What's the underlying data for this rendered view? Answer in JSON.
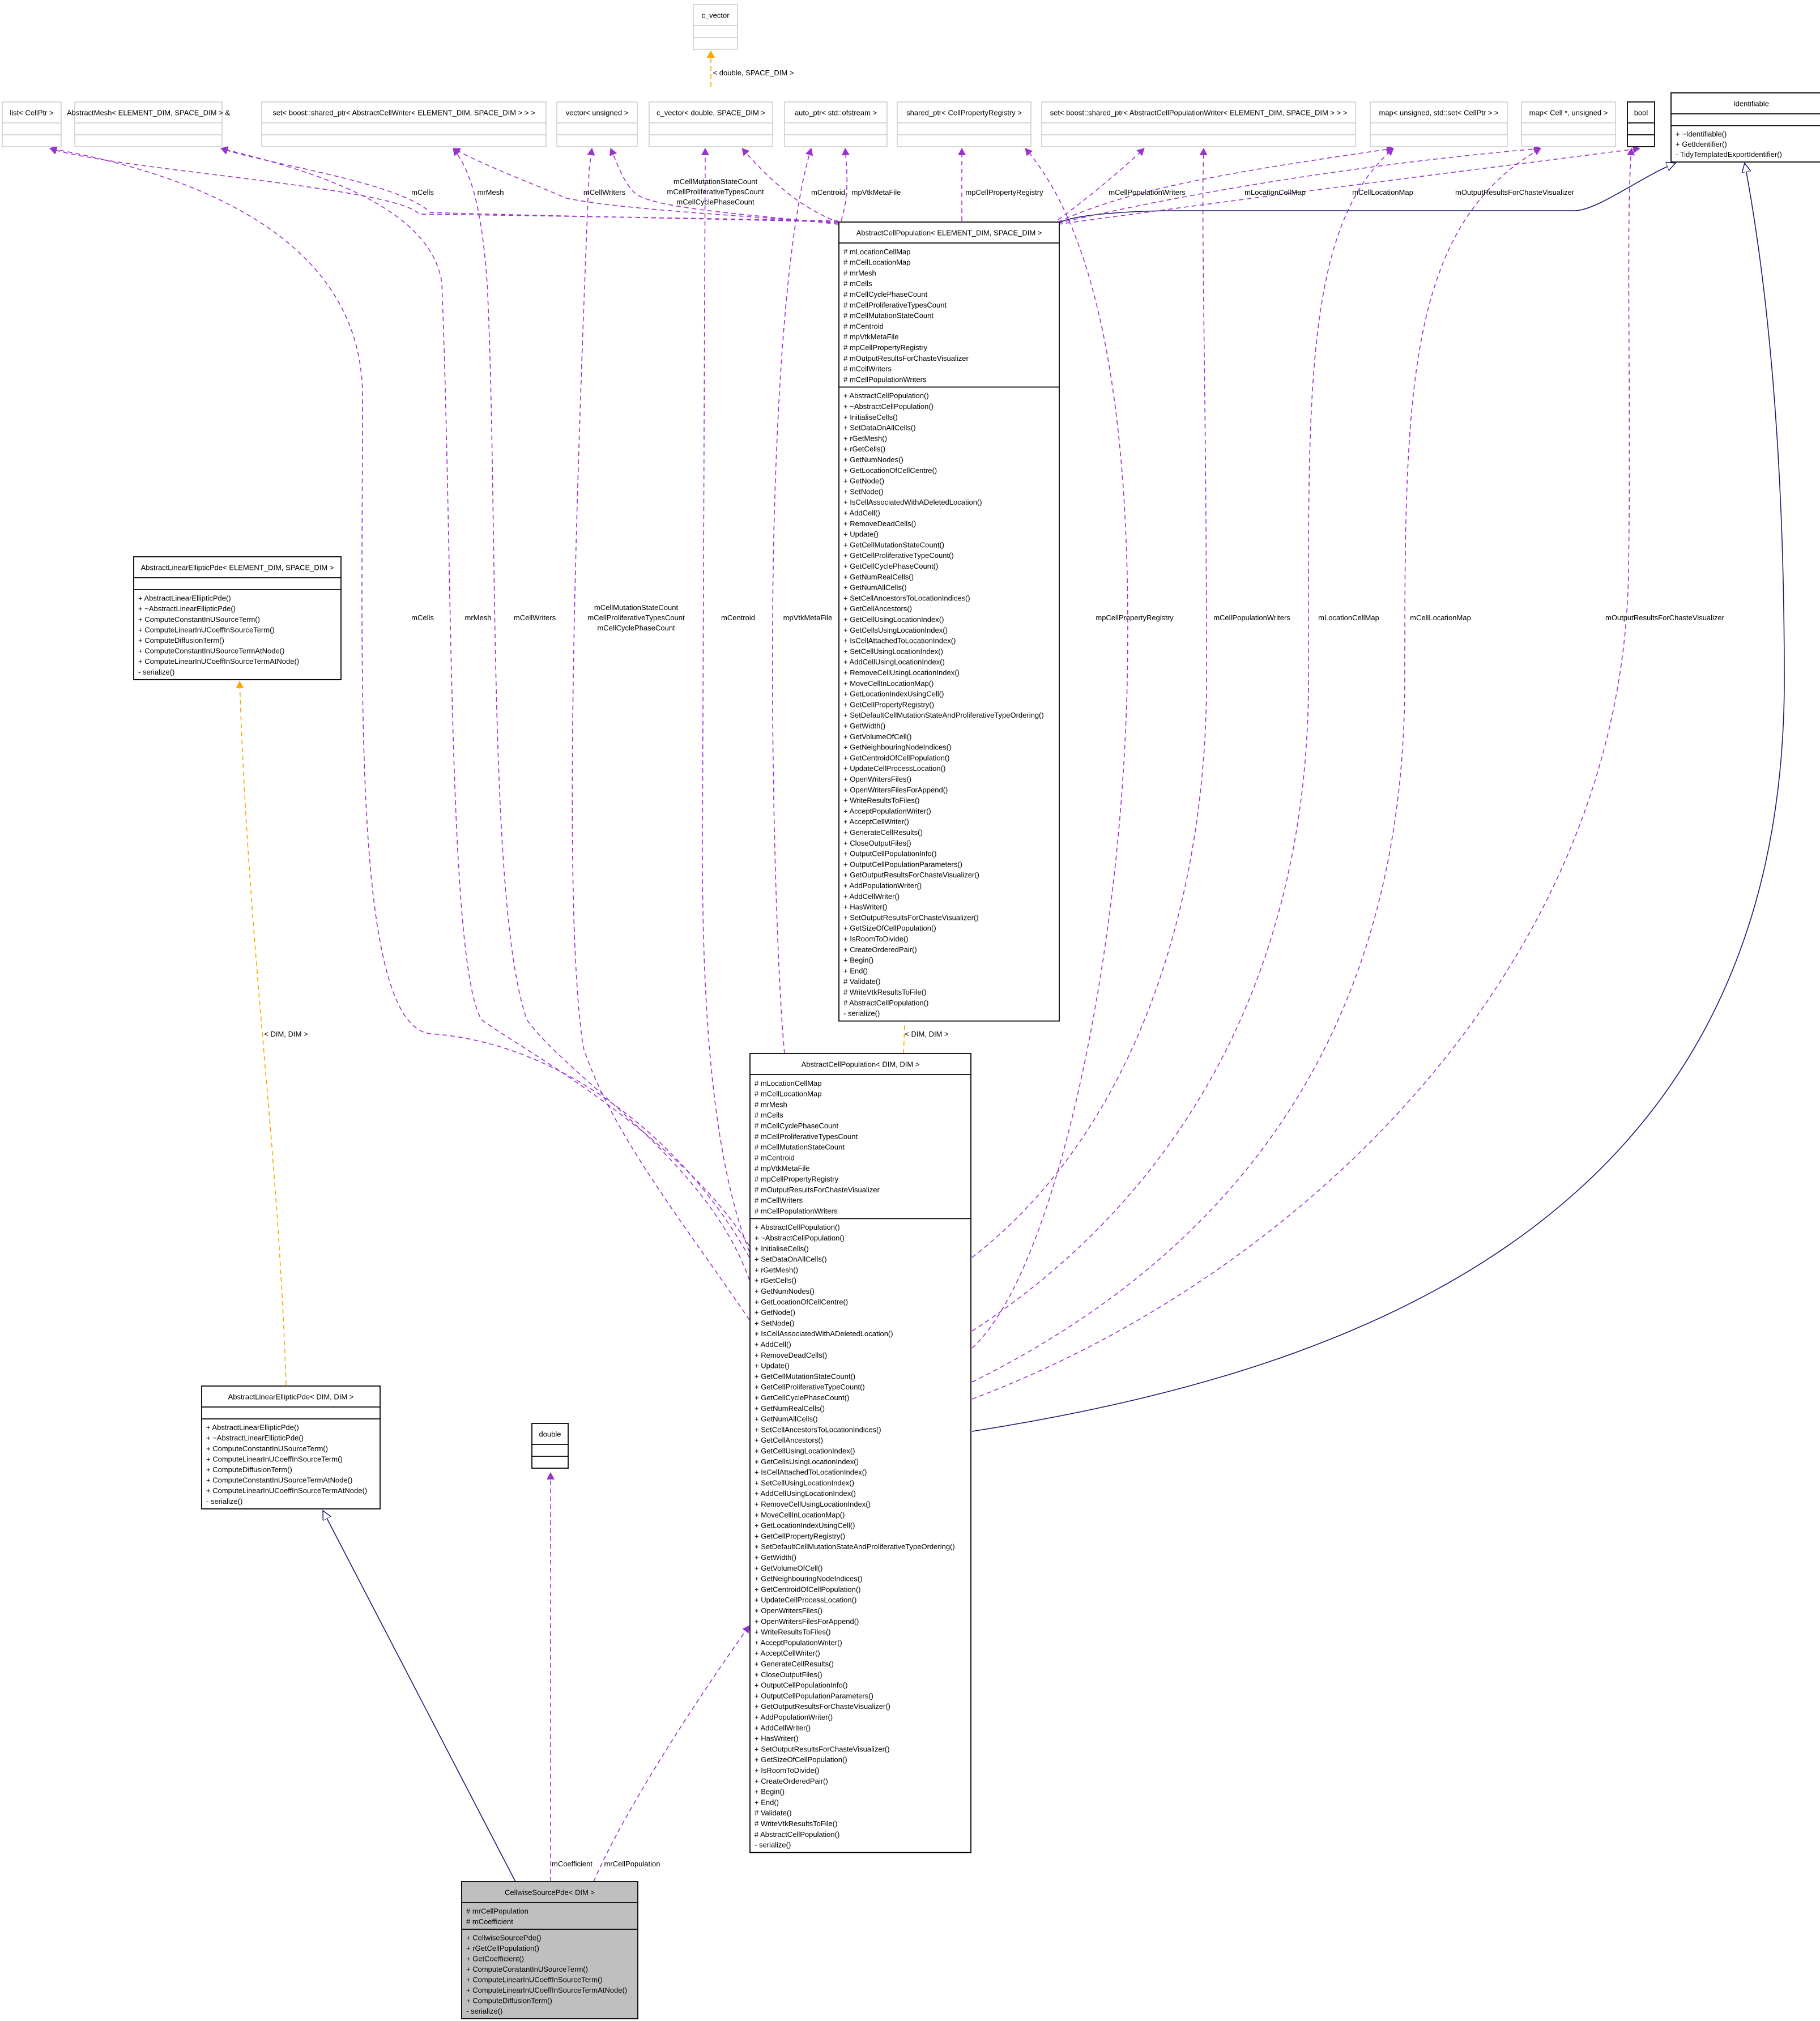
{
  "classes": {
    "c_vector": {
      "title": "c_vector",
      "attributes": [],
      "methods": []
    },
    "list_cellptr": {
      "title": "list< CellPtr >",
      "attributes": [],
      "methods": []
    },
    "abstract_mesh": {
      "title": "AbstractMesh< ELEMENT_DIM, SPACE_DIM > &",
      "attributes": [],
      "methods": []
    },
    "set_cellwriter": {
      "title": "set< boost::shared_ptr< AbstractCellWriter< ELEMENT_DIM, SPACE_DIM > > >",
      "attributes": [],
      "methods": []
    },
    "vector_unsigned": {
      "title": "vector< unsigned >",
      "attributes": [],
      "methods": []
    },
    "c_vector_ds": {
      "title": "c_vector< double, SPACE_DIM >",
      "attributes": [],
      "methods": []
    },
    "auto_ptr": {
      "title": "auto_ptr< std::ofstream >",
      "attributes": [],
      "methods": []
    },
    "shared_ptr_registry": {
      "title": "shared_ptr< CellPropertyRegistry >",
      "attributes": [],
      "methods": []
    },
    "set_popwriter": {
      "title": "set< boost::shared_ptr< AbstractCellPopulationWriter< ELEMENT_DIM, SPACE_DIM > > >",
      "attributes": [],
      "methods": []
    },
    "map_unsigned_set": {
      "title": "map< unsigned, std::set< CellPtr > >",
      "attributes": [],
      "methods": []
    },
    "map_cell_unsigned": {
      "title": "map< Cell *, unsigned >",
      "attributes": [],
      "methods": []
    },
    "bool": {
      "title": "bool",
      "attributes": [],
      "methods": []
    },
    "identifiable": {
      "title": "Identifiable",
      "attributes": [],
      "methods": [
        "+ ~Identifiable()",
        "+ GetIdentifier()",
        "- TidyTemplatedExportIdentifier()"
      ]
    },
    "acp_template": {
      "title": "AbstractCellPopulation< ELEMENT_DIM, SPACE_DIM >",
      "attributes": [
        "# mLocationCellMap",
        "# mCellLocationMap",
        "# mrMesh",
        "# mCells",
        "# mCellCyclePhaseCount",
        "# mCellProliferativeTypesCount",
        "# mCellMutationStateCount",
        "# mCentroid",
        "# mpVtkMetaFile",
        "# mpCellPropertyRegistry",
        "# mOutputResultsForChasteVisualizer",
        "# mCellWriters",
        "# mCellPopulationWriters"
      ],
      "methods": [
        "+ AbstractCellPopulation()",
        "+ ~AbstractCellPopulation()",
        "+ InitialiseCells()",
        "+ SetDataOnAllCells()",
        "+ rGetMesh()",
        "+ rGetCells()",
        "+ GetNumNodes()",
        "+ GetLocationOfCellCentre()",
        "+ GetNode()",
        "+ SetNode()",
        "+ IsCellAssociatedWithADeletedLocation()",
        "+ AddCell()",
        "+ RemoveDeadCells()",
        "+ Update()",
        "+ GetCellMutationStateCount()",
        "+ GetCellProliferativeTypeCount()",
        "+ GetCellCyclePhaseCount()",
        "+ GetNumRealCells()",
        "+ GetNumAllCells()",
        "+ SetCellAncestorsToLocationIndices()",
        "+ GetCellAncestors()",
        "+ GetCellUsingLocationIndex()",
        "+ GetCellsUsingLocationIndex()",
        "+ IsCellAttachedToLocationIndex()",
        "+ SetCellUsingLocationIndex()",
        "+ AddCellUsingLocationIndex()",
        "+ RemoveCellUsingLocationIndex()",
        "+ MoveCellInLocationMap()",
        "+ GetLocationIndexUsingCell()",
        "+ GetCellPropertyRegistry()",
        "+ SetDefaultCellMutationStateAndProliferativeTypeOrdering()",
        "+ GetWidth()",
        "+ GetVolumeOfCell()",
        "+ GetNeighbouringNodeIndices()",
        "+ GetCentroidOfCellPopulation()",
        "+ UpdateCellProcessLocation()",
        "+ OpenWritersFiles()",
        "+ OpenWritersFilesForAppend()",
        "+ WriteResultsToFiles()",
        "+ AcceptPopulationWriter()",
        "+ AcceptCellWriter()",
        "+ GenerateCellResults()",
        "+ CloseOutputFiles()",
        "+ OutputCellPopulationInfo()",
        "+ OutputCellPopulationParameters()",
        "+ GetOutputResultsForChasteVisualizer()",
        "+ AddPopulationWriter()",
        "+ AddCellWriter()",
        "+ HasWriter()",
        "+ SetOutputResultsForChasteVisualizer()",
        "+ GetSizeOfCellPopulation()",
        "+ IsRoomToDivide()",
        "+ CreateOrderedPair()",
        "+ Begin()",
        "+ End()",
        "# Validate()",
        "# WriteVtkResultsToFile()",
        "# AbstractCellPopulation()",
        "- serialize()"
      ]
    },
    "ale_template": {
      "title": "AbstractLinearEllipticPde< ELEMENT_DIM, SPACE_DIM >",
      "attributes": [],
      "methods": [
        "+ AbstractLinearEllipticPde()",
        "+ ~AbstractLinearEllipticPde()",
        "+ ComputeConstantInUSourceTerm()",
        "+ ComputeLinearInUCoeffInSourceTerm()",
        "+ ComputeDiffusionTerm()",
        "+ ComputeConstantInUSourceTermAtNode()",
        "+ ComputeLinearInUCoeffInSourceTermAtNode()",
        "- serialize()"
      ]
    },
    "ale_dim": {
      "title": "AbstractLinearEllipticPde< DIM, DIM >",
      "attributes": [],
      "methods": [
        "+ AbstractLinearEllipticPde()",
        "+ ~AbstractLinearEllipticPde()",
        "+ ComputeConstantInUSourceTerm()",
        "+ ComputeLinearInUCoeffInSourceTerm()",
        "+ ComputeDiffusionTerm()",
        "+ ComputeConstantInUSourceTermAtNode()",
        "+ ComputeLinearInUCoeffInSourceTermAtNode()",
        "- serialize()"
      ]
    },
    "double": {
      "title": "double",
      "attributes": [],
      "methods": []
    },
    "acp_dim": {
      "title": "AbstractCellPopulation< DIM, DIM >",
      "attributes": [
        "# mLocationCellMap",
        "# mCellLocationMap",
        "# mrMesh",
        "# mCells",
        "# mCellCyclePhaseCount",
        "# mCellProliferativeTypesCount",
        "# mCellMutationStateCount",
        "# mCentroid",
        "# mpVtkMetaFile",
        "# mpCellPropertyRegistry",
        "# mOutputResultsForChasteVisualizer",
        "# mCellWriters",
        "# mCellPopulationWriters"
      ],
      "methods": [
        "+ AbstractCellPopulation()",
        "+ ~AbstractCellPopulation()",
        "+ InitialiseCells()",
        "+ SetDataOnAllCells()",
        "+ rGetMesh()",
        "+ rGetCells()",
        "+ GetNumNodes()",
        "+ GetLocationOfCellCentre()",
        "+ GetNode()",
        "+ SetNode()",
        "+ IsCellAssociatedWithADeletedLocation()",
        "+ AddCell()",
        "+ RemoveDeadCells()",
        "+ Update()",
        "+ GetCellMutationStateCount()",
        "+ GetCellProliferativeTypeCount()",
        "+ GetCellCyclePhaseCount()",
        "+ GetNumRealCells()",
        "+ GetNumAllCells()",
        "+ SetCellAncestorsToLocationIndices()",
        "+ GetCellAncestors()",
        "+ GetCellUsingLocationIndex()",
        "+ GetCellsUsingLocationIndex()",
        "+ IsCellAttachedToLocationIndex()",
        "+ SetCellUsingLocationIndex()",
        "+ AddCellUsingLocationIndex()",
        "+ RemoveCellUsingLocationIndex()",
        "+ MoveCellInLocationMap()",
        "+ GetLocationIndexUsingCell()",
        "+ GetCellPropertyRegistry()",
        "+ SetDefaultCellMutationStateAndProliferativeTypeOrdering()",
        "+ GetWidth()",
        "+ GetVolumeOfCell()",
        "+ GetNeighbouringNodeIndices()",
        "+ GetCentroidOfCellPopulation()",
        "+ UpdateCellProcessLocation()",
        "+ OpenWritersFiles()",
        "+ OpenWritersFilesForAppend()",
        "+ WriteResultsToFiles()",
        "+ AcceptPopulationWriter()",
        "+ AcceptCellWriter()",
        "+ GenerateCellResults()",
        "+ CloseOutputFiles()",
        "+ OutputCellPopulationInfo()",
        "+ OutputCellPopulationParameters()",
        "+ GetOutputResultsForChasteVisualizer()",
        "+ AddPopulationWriter()",
        "+ AddCellWriter()",
        "+ HasWriter()",
        "+ SetOutputResultsForChasteVisualizer()",
        "+ GetSizeOfCellPopulation()",
        "+ IsRoomToDivide()",
        "+ CreateOrderedPair()",
        "+ Begin()",
        "+ End()",
        "# Validate()",
        "# WriteVtkResultsToFile()",
        "# AbstractCellPopulation()",
        "- serialize()"
      ]
    },
    "cellwise": {
      "title": "CellwiseSourcePde< DIM >",
      "attributes": [
        "# mrCellPopulation",
        "# mCoefficient"
      ],
      "methods": [
        "+ CellwiseSourcePde()",
        "+ rGetCellPopulation()",
        "+ GetCoefficient()",
        "+ ComputeConstantInUSourceTerm()",
        "+ ComputeLinearInUCoeffInSourceTerm()",
        "+ ComputeLinearInUCoeffInSourceTermAtNode()",
        "+ ComputeDiffusionTerm()",
        "- serialize()"
      ]
    }
  },
  "edge_labels": {
    "c_vector_template": "< double, SPACE_DIM >",
    "ale_bind": "< DIM, DIM >",
    "acp_bind": "< DIM, DIM >",
    "mCells": "mCells",
    "mrMesh": "mrMesh",
    "mCellWriters": "mCellWriters",
    "counts_top": [
      "mCellMutationStateCount",
      "mCellProliferativeTypesCount",
      "mCellCyclePhaseCount"
    ],
    "counts_mid": [
      "mCellMutationStateCount",
      "mCellProliferativeTypesCount",
      "mCellCyclePhaseCount"
    ],
    "mCentroid": "mCentroid",
    "mpVtkMetaFile": "mpVtkMetaFile",
    "mpCellPropertyRegistry": "mpCellPropertyRegistry",
    "mCellPopulationWriters": "mCellPopulationWriters",
    "mLocationCellMap": "mLocationCellMap",
    "mCellLocationMap": "mCellLocationMap",
    "mOutputResultsForChasteVisualizer": "mOutputResultsForChasteVisualizer",
    "mCoefficient": "mCoefficient",
    "mrCellPopulation": "mrCellPopulation"
  },
  "colors": {
    "association": "#9a32cd",
    "template": "#ffa500",
    "inheritance": "#191970",
    "box_border_light": "#bfbfbf",
    "box_border": "#000000",
    "highlight_fill": "#bfbfbf"
  }
}
